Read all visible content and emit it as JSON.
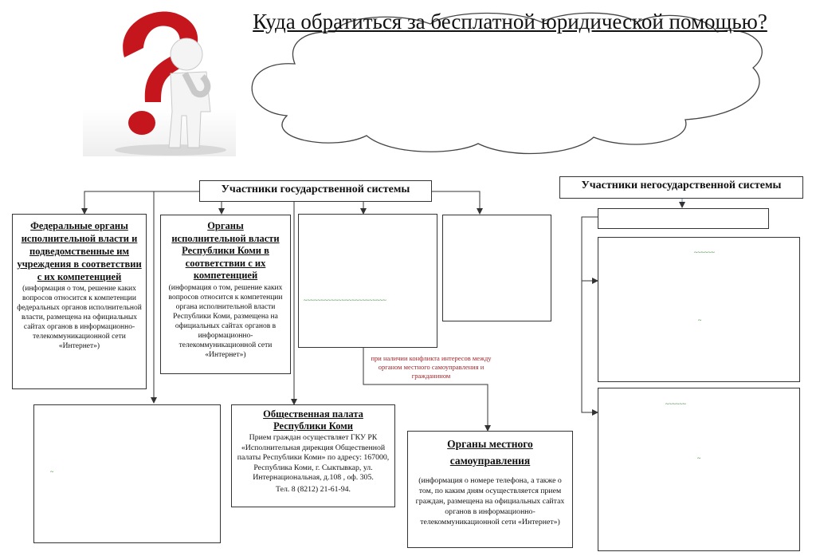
{
  "title": "Куда обратиться за бесплатной юридической помощью?",
  "icons": {
    "figure": "question-mark-thinking-figure-icon",
    "cloud": "cloud-icon"
  },
  "state_header": "Участники государственной системы",
  "nonstate_header": "Участники негосударственной системы",
  "federal": {
    "title": "Федеральные органы исполнительной власти и подведомственные им учреждения в соответствии с их компетенцией",
    "desc": "(информация о том, решение каких вопросов относится к компетенции федеральных органов исполнительной власти, размещена на официальных сайтах органов в информационно-телекоммуникационной сети «Интернет»)"
  },
  "komi": {
    "title": "Органы исполнительной власти Республики Коми в соответствии с их компетенцией",
    "desc": "(информация о том, решение каких вопросов относится к компетенции органа исполнительной власти Республики Коми, размещена на официальных сайтах органов в информационно-телекоммуникационной сети «Интернет»)"
  },
  "chamber": {
    "title": "Общественная палата Республики Коми",
    "desc": "Прием граждан осуществляет ГКУ РК «Исполнительная дирекция Общественной палаты Республики Коми» по адресу: 167000, Республика Коми, г. Сыктывкар, ул. Интернациональная, д.108 , оф. 305.",
    "phone": "Тел. 8 (8212) 21-61-94."
  },
  "local": {
    "title": "Органы местного самоуправления",
    "desc": "(информация о номере телефона, а также о том, по каким дням осуществляется прием граждан, размещена на официальных сайтах органов в информационно-телекоммуникационной сети «Интернет»)"
  },
  "conflict_note": "при наличии конфликта интересов между органом местного самоуправления и гражданином"
}
